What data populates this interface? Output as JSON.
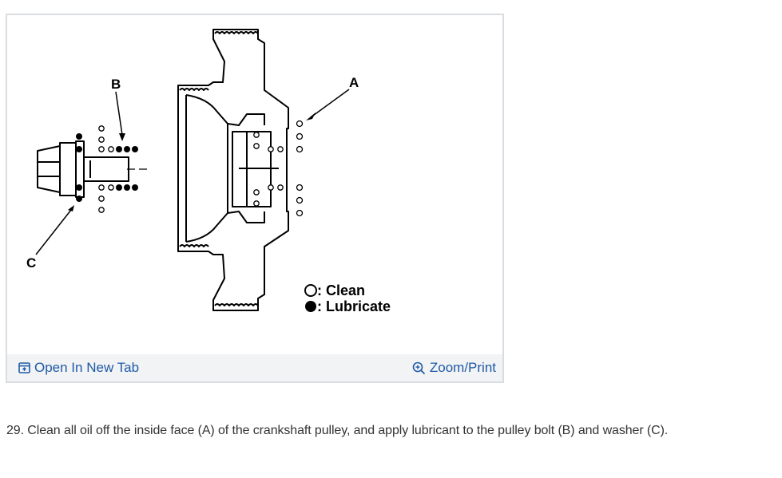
{
  "figure": {
    "callouts": {
      "a": "A",
      "b": "B",
      "c": "C"
    },
    "legend": {
      "clean": ": Clean",
      "lubricate": ": Lubricate"
    }
  },
  "toolbar": {
    "open_tab_label": "Open In New Tab",
    "open_tab_icon": "external-window-icon",
    "zoom_label": "Zoom/Print",
    "zoom_icon": "zoom-in-icon",
    "link_color": "#1f5aa6"
  },
  "step_text": "29. Clean all oil off the inside face (A) of the crankshaft pulley, and apply lubricant to the pulley bolt (B) and washer (C)."
}
